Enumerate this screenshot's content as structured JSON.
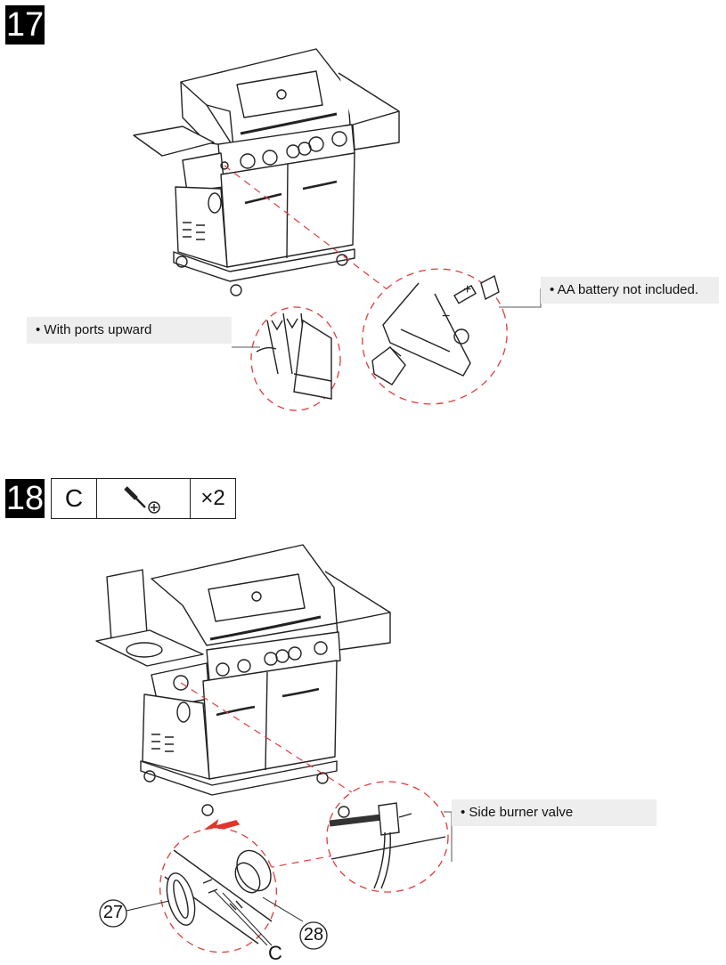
{
  "steps": [
    {
      "number": "17",
      "notes": {
        "ports": "With ports upward",
        "battery": "AA battery not included."
      },
      "battery_symbols": {
        "minus": "−",
        "plus": "+"
      }
    },
    {
      "number": "18",
      "parts_table": {
        "letter": "C",
        "icon": "screw-icon",
        "quantity": "×2"
      },
      "notes": {
        "valve": "Side burner valve"
      },
      "callouts": {
        "knob_bezel": "27",
        "knob": "28",
        "screws": "C"
      }
    }
  ],
  "colors": {
    "dash": "#e03c3c",
    "arrow": "#e0342c",
    "note_bg": "#eeeeee",
    "ink": "#222222"
  }
}
